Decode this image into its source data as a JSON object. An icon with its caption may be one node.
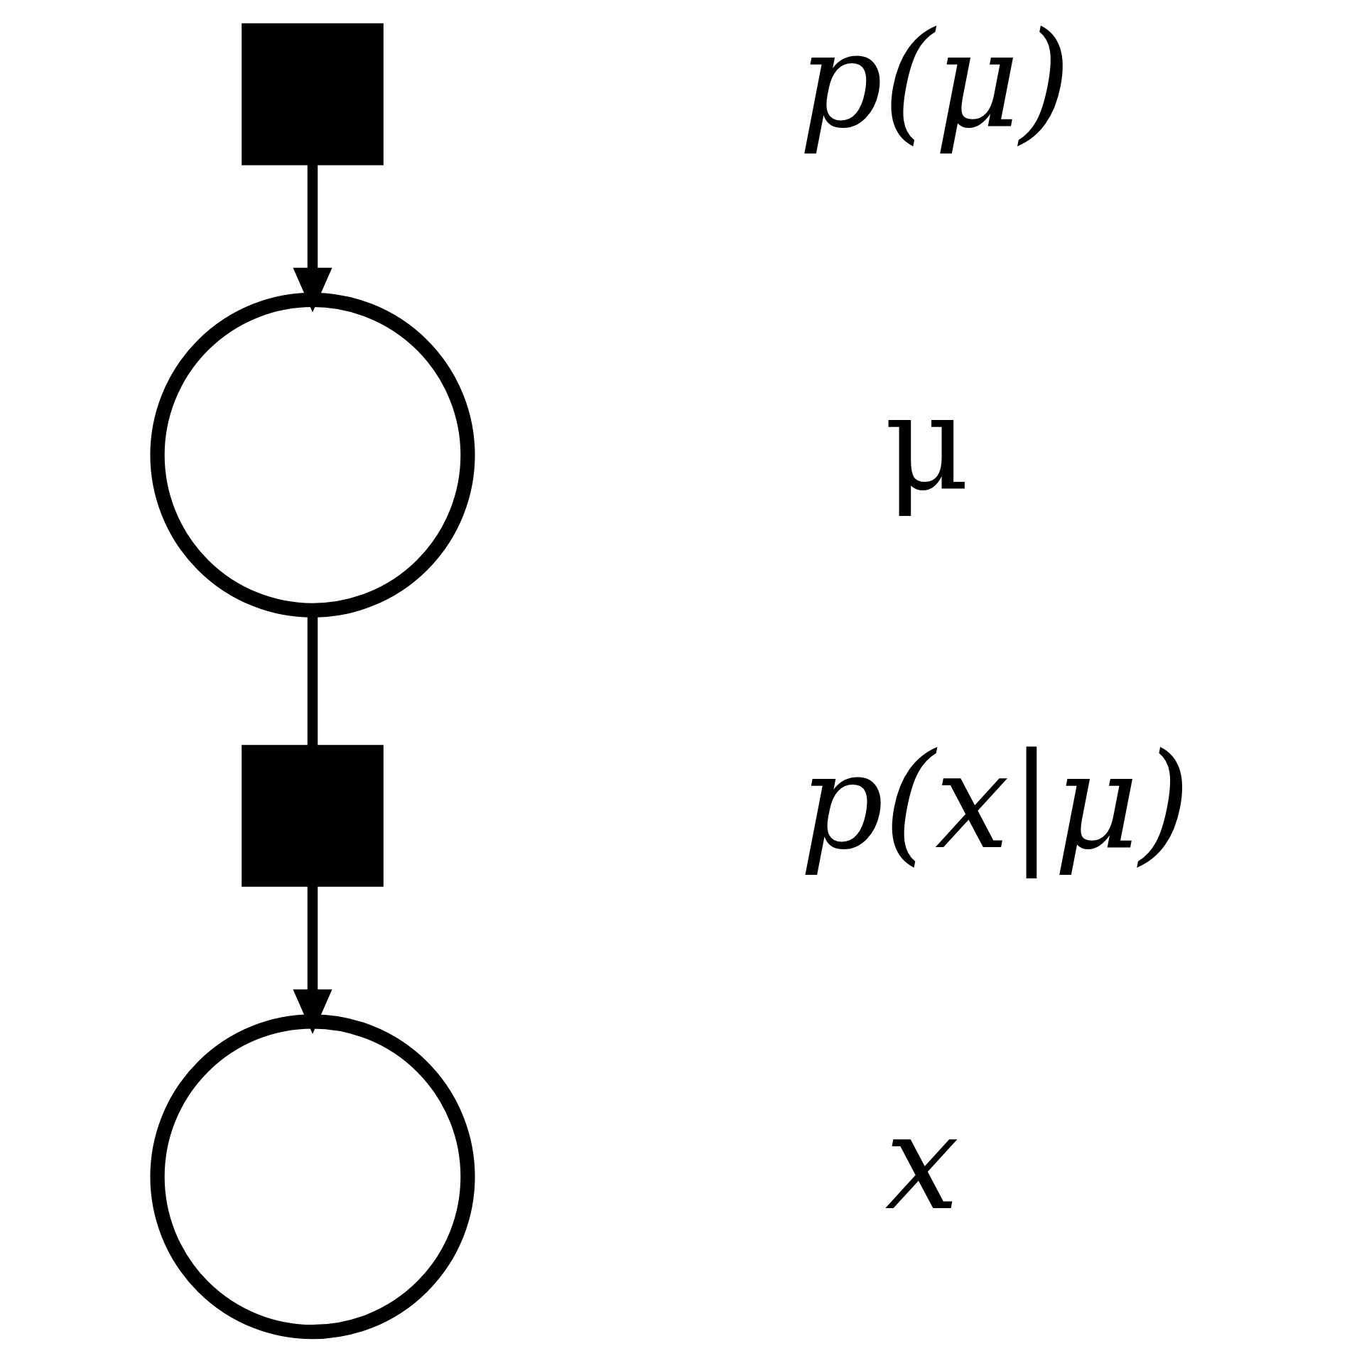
{
  "diagram": {
    "nodes": [
      {
        "text": [],
        "shape": "box",
        "beside": [
          "p(μ)"
        ]
      },
      {
        "text": [],
        "shape": "circle",
        "beside": [
          "μ"
        ]
      },
      {
        "text": [],
        "shape": "box",
        "beside": [
          "p(x|μ)"
        ]
      },
      {
        "text": [],
        "shape": "circle",
        "beside": [
          "x"
        ]
      }
    ],
    "edges": [
      {
        "from": 0,
        "to": 1,
        "arrow": "to"
      },
      {
        "from": 1,
        "to": 2,
        "arrow": "none"
      },
      {
        "from": 2,
        "to": 3,
        "arrow": "to"
      }
    ]
  }
}
